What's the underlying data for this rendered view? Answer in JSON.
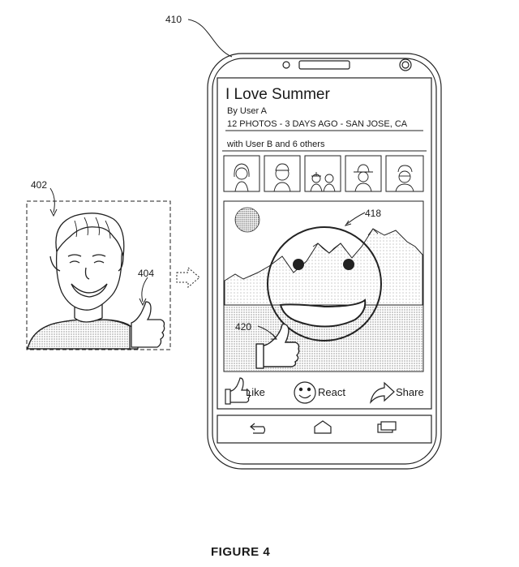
{
  "labels": {
    "phone": "410",
    "user_photo": "402",
    "thumbs_gesture": "404",
    "emoji": "418",
    "like_overlay": "420"
  },
  "post": {
    "title": "I Love Summer",
    "author": "By User A",
    "meta": "12 PHOTOS - 3 DAYS AGO - SAN JOSE, CA",
    "with": "with User B and 6 others"
  },
  "actions": {
    "like": "Like",
    "react": "React",
    "share": "Share"
  },
  "caption": "FIGURE 4"
}
